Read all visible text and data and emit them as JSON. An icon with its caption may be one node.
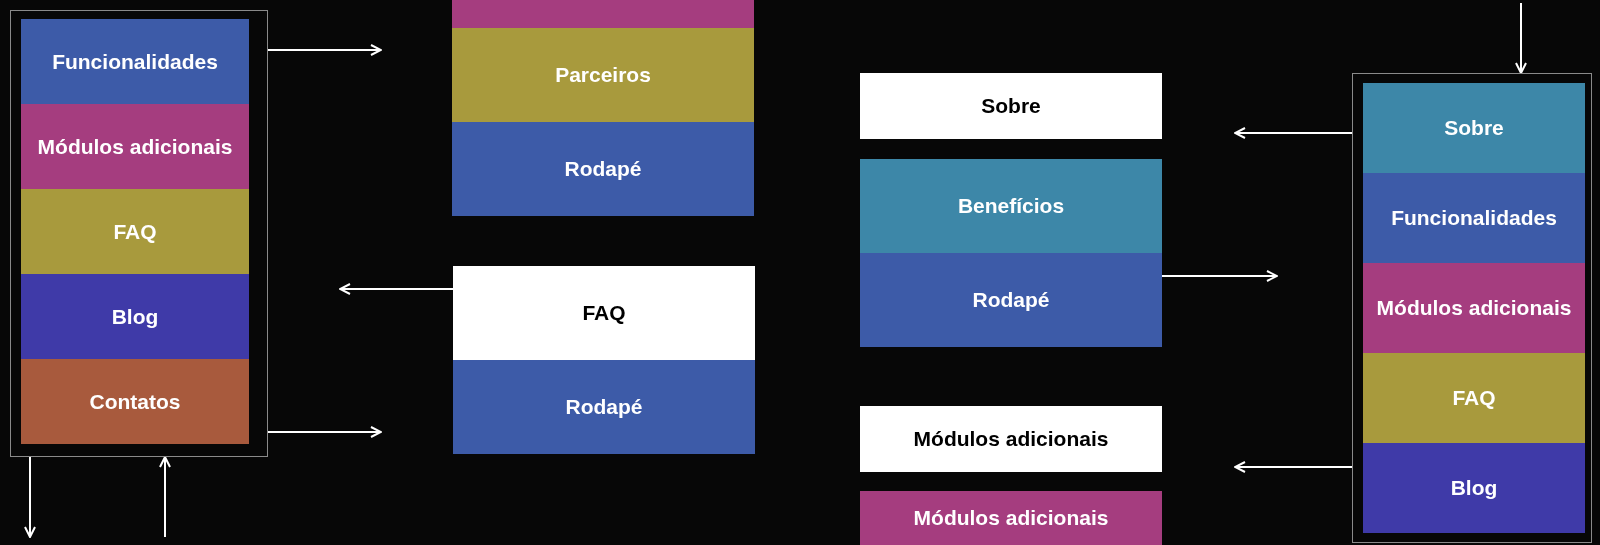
{
  "diagram": {
    "nodes": [
      {
        "text": [],
        "shape": "box"
      },
      {
        "text": [
          "Funcionalidades"
        ],
        "in": 0
      },
      {
        "text": [
          "Módulos adicionais"
        ],
        "in": 0
      },
      {
        "text": [
          "FAQ"
        ],
        "in": 0
      },
      {
        "text": [
          "Blog"
        ],
        "in": 0
      },
      {
        "text": [
          "Contatos"
        ],
        "in": 0
      },
      {
        "text": [],
        "shape": "box"
      },
      {
        "text": [
          "Parceiros"
        ]
      },
      {
        "text": [
          "Rodapé"
        ]
      },
      {
        "text": [
          "FAQ"
        ]
      },
      {
        "text": [
          "Rodapé"
        ]
      },
      {
        "text": [
          "Sobre"
        ]
      },
      {
        "text": [
          "Benefícios"
        ]
      },
      {
        "text": [
          "Rodapé"
        ]
      },
      {
        "text": [
          "Módulos adicionais"
        ]
      },
      {
        "text": [
          "Módulos adicionais"
        ]
      },
      {
        "text": [],
        "shape": "box"
      },
      {
        "text": [
          "Sobre"
        ],
        "in": 16
      },
      {
        "text": [
          "Funcionalidades"
        ],
        "in": 16
      },
      {
        "text": [
          "Módulos adicionais"
        ],
        "in": 16
      },
      {
        "text": [
          "FAQ"
        ],
        "in": 16
      },
      {
        "text": [
          "Blog"
        ],
        "in": 16
      }
    ],
    "edges": [
      {
        "from": 0,
        "to": null,
        "arrow": "to"
      },
      {
        "from": 0,
        "to": null,
        "arrow": "to"
      },
      {
        "from": 9,
        "to": null,
        "arrow": "to"
      },
      {
        "from": 0,
        "to": null,
        "arrow": "to"
      },
      {
        "from": null,
        "to": 0,
        "arrow": "to"
      },
      {
        "from": null,
        "to": 16,
        "arrow": "to"
      },
      {
        "from": 16,
        "to": null,
        "arrow": "to"
      },
      {
        "from": 13,
        "to": null,
        "arrow": "to"
      },
      {
        "from": 16,
        "to": null,
        "arrow": "to"
      }
    ]
  }
}
